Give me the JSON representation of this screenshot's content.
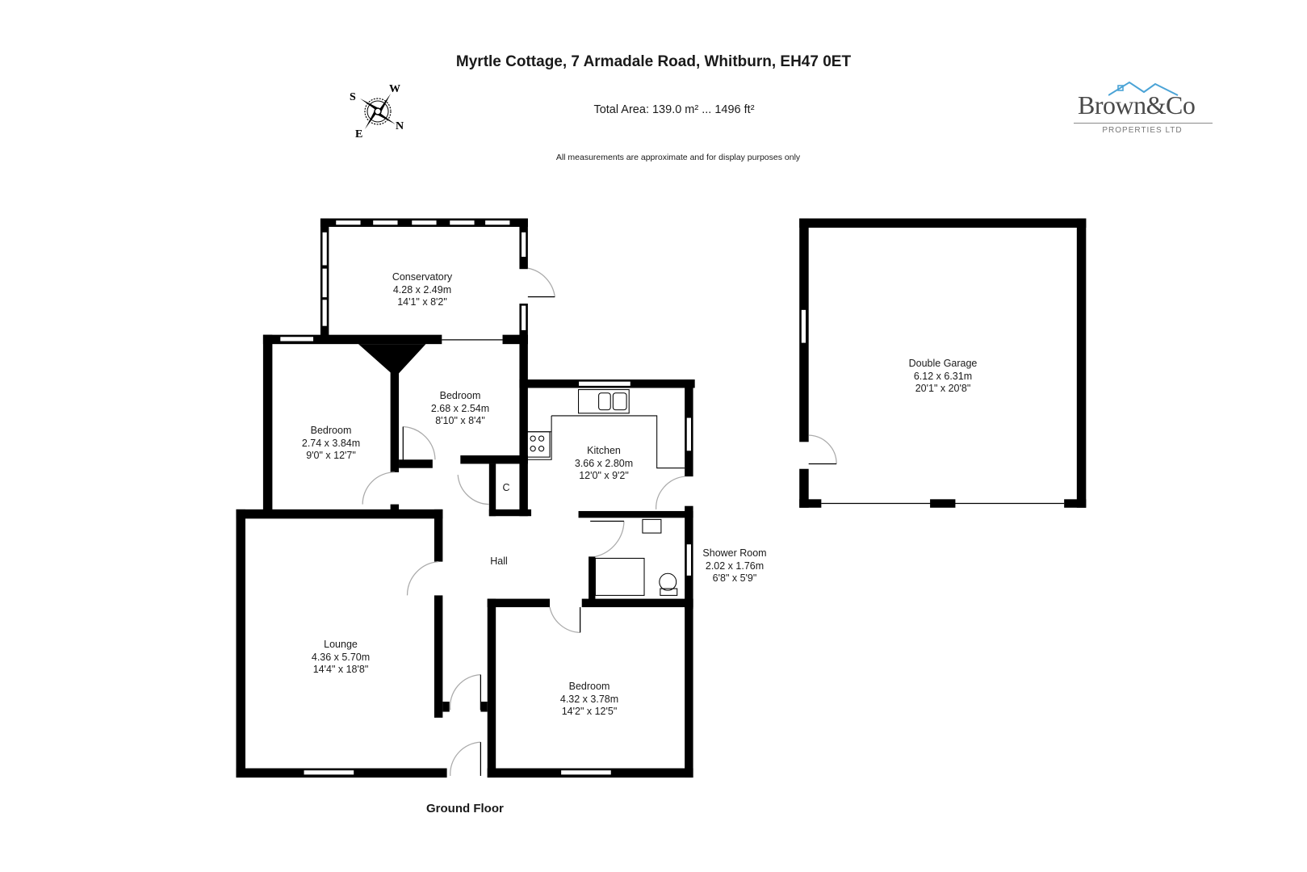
{
  "header": {
    "title": "Myrtle Cottage, 7 Armadale Road, Whitburn, EH47 0ET",
    "total_area": "Total Area: 139.0 m² ... 1496 ft²",
    "disclaimer": "All measurements are approximate and for display purposes only"
  },
  "compass": {
    "icon": "compass-rose-icon",
    "labels": {
      "s": "S",
      "w": "W",
      "e": "E",
      "n": "N"
    }
  },
  "logo": {
    "brand": "Brown&Co",
    "subtitle": "PROPERTIES LTD",
    "roof_color": "#4aa3d6"
  },
  "floor": {
    "label": "Ground Floor"
  },
  "rooms": {
    "conservatory": {
      "name": "Conservatory",
      "metric": "4.28 x 2.49m",
      "imperial": "14'1\" x 8'2\""
    },
    "bedroom_nw": {
      "name": "Bedroom",
      "metric": "2.74 x 3.84m",
      "imperial": "9'0\" x 12'7\""
    },
    "bedroom_n": {
      "name": "Bedroom",
      "metric": "2.68 x 2.54m",
      "imperial": "8'10\" x 8'4\""
    },
    "kitchen": {
      "name": "Kitchen",
      "metric": "3.66 x 2.80m",
      "imperial": "12'0\" x 9'2\""
    },
    "cupboard": {
      "name": "C"
    },
    "hall": {
      "name": "Hall"
    },
    "shower_room": {
      "name": "Shower Room",
      "metric": "2.02 x 1.76m",
      "imperial": "6'8\" x 5'9\""
    },
    "lounge": {
      "name": "Lounge",
      "metric": "4.36 x 5.70m",
      "imperial": "14'4\" x 18'8\""
    },
    "bedroom_s": {
      "name": "Bedroom",
      "metric": "4.32 x 3.78m",
      "imperial": "14'2\" x 12'5\""
    },
    "garage": {
      "name": "Double Garage",
      "metric": "6.12 x 6.31m",
      "imperial": "20'1\" x 20'8\""
    }
  },
  "colors": {
    "wall": "#000000",
    "door_arc": "#aaaaaa",
    "background": "#ffffff"
  }
}
